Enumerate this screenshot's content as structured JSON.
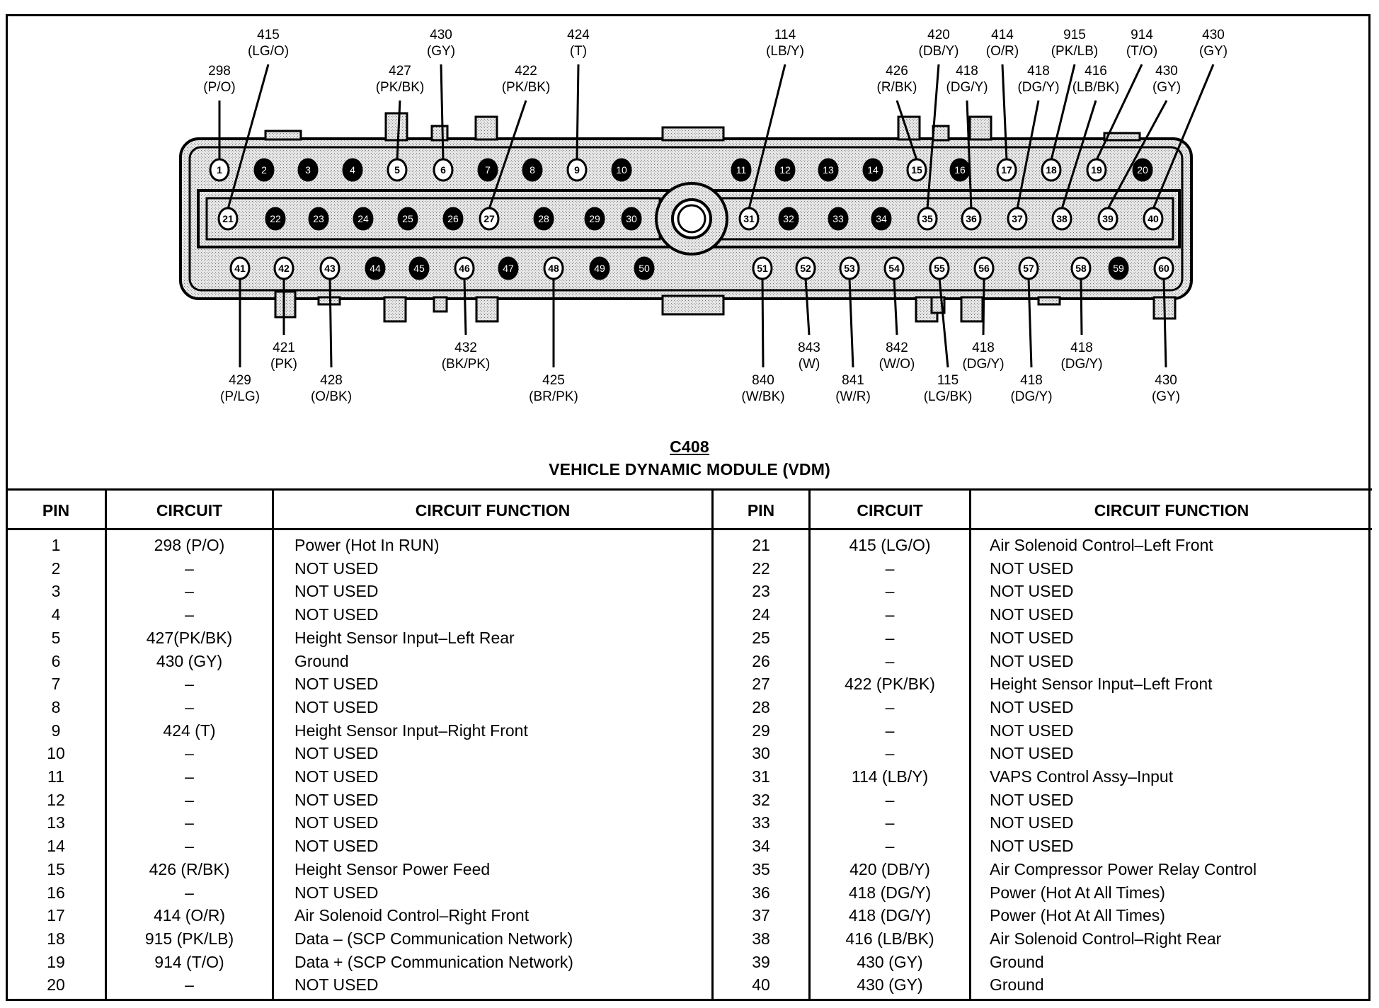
{
  "caption": {
    "connector": "C408",
    "module": "VEHICLE DYNAMIC MODULE (VDM)"
  },
  "connector": {
    "pins": [
      {
        "n": 1,
        "used": true
      },
      {
        "n": 2,
        "used": false
      },
      {
        "n": 3,
        "used": false
      },
      {
        "n": 4,
        "used": false
      },
      {
        "n": 5,
        "used": true
      },
      {
        "n": 6,
        "used": true
      },
      {
        "n": 7,
        "used": false
      },
      {
        "n": 8,
        "used": false
      },
      {
        "n": 9,
        "used": true
      },
      {
        "n": 10,
        "used": false
      },
      {
        "n": 11,
        "used": false
      },
      {
        "n": 12,
        "used": false
      },
      {
        "n": 13,
        "used": false
      },
      {
        "n": 14,
        "used": false
      },
      {
        "n": 15,
        "used": true
      },
      {
        "n": 16,
        "used": false
      },
      {
        "n": 17,
        "used": true
      },
      {
        "n": 18,
        "used": true
      },
      {
        "n": 19,
        "used": true
      },
      {
        "n": 20,
        "used": false
      },
      {
        "n": 21,
        "used": true
      },
      {
        "n": 22,
        "used": false
      },
      {
        "n": 23,
        "used": false
      },
      {
        "n": 24,
        "used": false
      },
      {
        "n": 25,
        "used": false
      },
      {
        "n": 26,
        "used": false
      },
      {
        "n": 27,
        "used": true
      },
      {
        "n": 28,
        "used": false
      },
      {
        "n": 29,
        "used": false
      },
      {
        "n": 30,
        "used": false
      },
      {
        "n": 31,
        "used": true
      },
      {
        "n": 32,
        "used": false
      },
      {
        "n": 33,
        "used": false
      },
      {
        "n": 34,
        "used": false
      },
      {
        "n": 35,
        "used": true
      },
      {
        "n": 36,
        "used": true
      },
      {
        "n": 37,
        "used": true
      },
      {
        "n": 38,
        "used": true
      },
      {
        "n": 39,
        "used": true
      },
      {
        "n": 40,
        "used": true
      },
      {
        "n": 41,
        "used": true
      },
      {
        "n": 42,
        "used": true
      },
      {
        "n": 43,
        "used": true
      },
      {
        "n": 44,
        "used": false
      },
      {
        "n": 45,
        "used": false
      },
      {
        "n": 46,
        "used": true
      },
      {
        "n": 47,
        "used": false
      },
      {
        "n": 48,
        "used": true
      },
      {
        "n": 49,
        "used": false
      },
      {
        "n": 50,
        "used": false
      },
      {
        "n": 51,
        "used": true
      },
      {
        "n": 52,
        "used": true
      },
      {
        "n": 53,
        "used": true
      },
      {
        "n": 54,
        "used": true
      },
      {
        "n": 55,
        "used": true
      },
      {
        "n": 56,
        "used": true
      },
      {
        "n": 57,
        "used": true
      },
      {
        "n": 58,
        "used": true
      },
      {
        "n": 59,
        "used": false
      },
      {
        "n": 60,
        "used": true
      }
    ],
    "callouts": [
      {
        "pin": 1,
        "circuit": "298",
        "color": "(P/O)",
        "side": "top",
        "tier": "lower"
      },
      {
        "pin": 21,
        "circuit": "415",
        "color": "(LG/O)",
        "side": "top",
        "tier": "upper"
      },
      {
        "pin": 5,
        "circuit": "427",
        "color": "(PK/BK)",
        "side": "top",
        "tier": "lower"
      },
      {
        "pin": 6,
        "circuit": "430",
        "color": "(GY)",
        "side": "top",
        "tier": "upper"
      },
      {
        "pin": 27,
        "circuit": "422",
        "color": "(PK/BK)",
        "side": "top",
        "tier": "lower"
      },
      {
        "pin": 9,
        "circuit": "424",
        "color": "(T)",
        "side": "top",
        "tier": "upper"
      },
      {
        "pin": 31,
        "circuit": "114",
        "color": "(LB/Y)",
        "side": "top",
        "tier": "upper"
      },
      {
        "pin": 15,
        "circuit": "426",
        "color": "(R/BK)",
        "side": "top",
        "tier": "lower"
      },
      {
        "pin": 35,
        "circuit": "420",
        "color": "(DB/Y)",
        "side": "top",
        "tier": "upper"
      },
      {
        "pin": 36,
        "circuit": "418",
        "color": "(DG/Y)",
        "side": "top",
        "tier": "lower"
      },
      {
        "pin": 17,
        "circuit": "414",
        "color": "(O/R)",
        "side": "top",
        "tier": "upper"
      },
      {
        "pin": 37,
        "circuit": "418",
        "color": "(DG/Y)",
        "side": "top",
        "tier": "lower"
      },
      {
        "pin": 18,
        "circuit": "915",
        "color": "(PK/LB)",
        "side": "top",
        "tier": "upper"
      },
      {
        "pin": 38,
        "circuit": "416",
        "color": "(LB/BK)",
        "side": "top",
        "tier": "lower"
      },
      {
        "pin": 19,
        "circuit": "914",
        "color": "(T/O)",
        "side": "top",
        "tier": "upper"
      },
      {
        "pin": 39,
        "circuit": "430",
        "color": "(GY)",
        "side": "top",
        "tier": "lower"
      },
      {
        "pin": 40,
        "circuit": "430",
        "color": "(GY)",
        "side": "top",
        "tier": "upper"
      },
      {
        "pin": 41,
        "circuit": "429",
        "color": "(P/LG)",
        "side": "bottom",
        "tier": "lower"
      },
      {
        "pin": 42,
        "circuit": "421",
        "color": "(PK)",
        "side": "bottom",
        "tier": "upper"
      },
      {
        "pin": 43,
        "circuit": "428",
        "color": "(O/BK)",
        "side": "bottom",
        "tier": "lower"
      },
      {
        "pin": 46,
        "circuit": "432",
        "color": "(BK/PK)",
        "side": "bottom",
        "tier": "upper"
      },
      {
        "pin": 48,
        "circuit": "425",
        "color": "(BR/PK)",
        "side": "bottom",
        "tier": "lower"
      },
      {
        "pin": 51,
        "circuit": "840",
        "color": "(W/BK)",
        "side": "bottom",
        "tier": "lower"
      },
      {
        "pin": 52,
        "circuit": "843",
        "color": "(W)",
        "side": "bottom",
        "tier": "upper"
      },
      {
        "pin": 53,
        "circuit": "841",
        "color": "(W/R)",
        "side": "bottom",
        "tier": "lower"
      },
      {
        "pin": 54,
        "circuit": "842",
        "color": "(W/O)",
        "side": "bottom",
        "tier": "upper"
      },
      {
        "pin": 55,
        "circuit": "115",
        "color": "(LG/BK)",
        "side": "bottom",
        "tier": "lower"
      },
      {
        "pin": 56,
        "circuit": "418",
        "color": "(DG/Y)",
        "side": "bottom",
        "tier": "upper"
      },
      {
        "pin": 57,
        "circuit": "418",
        "color": "(DG/Y)",
        "side": "bottom",
        "tier": "lower"
      },
      {
        "pin": 58,
        "circuit": "418",
        "color": "(DG/Y)",
        "side": "bottom",
        "tier": "upper"
      },
      {
        "pin": 60,
        "circuit": "430",
        "color": "(GY)",
        "side": "bottom",
        "tier": "lower"
      }
    ]
  },
  "table": {
    "headers": [
      "PIN",
      "CIRCUIT",
      "CIRCUIT FUNCTION",
      "PIN",
      "CIRCUIT",
      "CIRCUIT FUNCTION"
    ],
    "left_rows": [
      {
        "pin": "1",
        "circuit": "298 (P/O)",
        "function": "Power (Hot In RUN)"
      },
      {
        "pin": "2",
        "circuit": "–",
        "function": "NOT USED"
      },
      {
        "pin": "3",
        "circuit": "–",
        "function": "NOT USED"
      },
      {
        "pin": "4",
        "circuit": "–",
        "function": "NOT USED"
      },
      {
        "pin": "5",
        "circuit": "427(PK/BK)",
        "function": "Height Sensor Input–Left Rear"
      },
      {
        "pin": "6",
        "circuit": "430 (GY)",
        "function": "Ground"
      },
      {
        "pin": "7",
        "circuit": "–",
        "function": "NOT USED"
      },
      {
        "pin": "8",
        "circuit": "–",
        "function": "NOT USED"
      },
      {
        "pin": "9",
        "circuit": "424 (T)",
        "function": "Height Sensor Input–Right Front"
      },
      {
        "pin": "10",
        "circuit": "–",
        "function": "NOT USED"
      },
      {
        "pin": "11",
        "circuit": "–",
        "function": "NOT USED"
      },
      {
        "pin": "12",
        "circuit": "–",
        "function": "NOT USED"
      },
      {
        "pin": "13",
        "circuit": "–",
        "function": "NOT USED"
      },
      {
        "pin": "14",
        "circuit": "–",
        "function": "NOT USED"
      },
      {
        "pin": "15",
        "circuit": "426 (R/BK)",
        "function": "Height Sensor Power Feed"
      },
      {
        "pin": "16",
        "circuit": "–",
        "function": "NOT USED"
      },
      {
        "pin": "17",
        "circuit": "414 (O/R)",
        "function": "Air Solenoid Control–Right Front"
      },
      {
        "pin": "18",
        "circuit": "915 (PK/LB)",
        "function": "Data – (SCP Communication Network)"
      },
      {
        "pin": "19",
        "circuit": "914 (T/O)",
        "function": "Data + (SCP Communication Network)"
      },
      {
        "pin": "20",
        "circuit": "–",
        "function": "NOT USED"
      }
    ],
    "right_rows": [
      {
        "pin": "21",
        "circuit": "415 (LG/O)",
        "function": "Air Solenoid Control–Left Front"
      },
      {
        "pin": "22",
        "circuit": "–",
        "function": "NOT USED"
      },
      {
        "pin": "23",
        "circuit": "–",
        "function": "NOT USED"
      },
      {
        "pin": "24",
        "circuit": "–",
        "function": "NOT USED"
      },
      {
        "pin": "25",
        "circuit": "–",
        "function": "NOT USED"
      },
      {
        "pin": "26",
        "circuit": "–",
        "function": "NOT USED"
      },
      {
        "pin": "27",
        "circuit": "422 (PK/BK)",
        "function": "Height Sensor Input–Left Front"
      },
      {
        "pin": "28",
        "circuit": "–",
        "function": "NOT USED"
      },
      {
        "pin": "29",
        "circuit": "–",
        "function": "NOT USED"
      },
      {
        "pin": "30",
        "circuit": "–",
        "function": "NOT USED"
      },
      {
        "pin": "31",
        "circuit": "114 (LB/Y)",
        "function": "VAPS Control Assy–Input"
      },
      {
        "pin": "32",
        "circuit": "–",
        "function": "NOT USED"
      },
      {
        "pin": "33",
        "circuit": "–",
        "function": "NOT USED"
      },
      {
        "pin": "34",
        "circuit": "–",
        "function": "NOT USED"
      },
      {
        "pin": "35",
        "circuit": "420 (DB/Y)",
        "function": "Air Compressor Power Relay Control"
      },
      {
        "pin": "36",
        "circuit": "418 (DG/Y)",
        "function": "Power (Hot At All Times)"
      },
      {
        "pin": "37",
        "circuit": "418 (DG/Y)",
        "function": "Power (Hot At All Times)"
      },
      {
        "pin": "38",
        "circuit": "416 (LB/BK)",
        "function": "Air Solenoid Control–Right Rear"
      },
      {
        "pin": "39",
        "circuit": "430 (GY)",
        "function": "Ground"
      },
      {
        "pin": "40",
        "circuit": "430 (GY)",
        "function": "Ground"
      }
    ]
  }
}
